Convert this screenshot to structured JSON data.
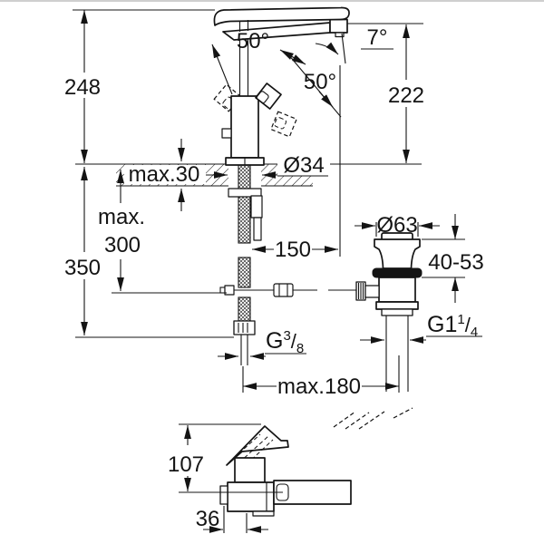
{
  "page": {
    "background": "#ffffff",
    "line_color": "#141414",
    "top_border": "#cfcfcf"
  },
  "main_view": {
    "overall_height": "248",
    "spout_height": "222",
    "spout_angle": "7°",
    "handle_swing_left": "50°",
    "handle_swing_right": "50°",
    "deck_thickness": "max.30",
    "hole_diameter": "Ø34",
    "max_rod_depth_line1": "max.",
    "max_rod_depth_line2": "300",
    "supply_length": "350",
    "spout_reach": "150",
    "waste_flange_diameter": "Ø63",
    "waste_height_range": "40-53",
    "hose_waste_distance": "max.180",
    "supply_thread": {
      "base": "G",
      "numerator": "3",
      "slash": "/",
      "denominator": "8"
    },
    "waste_thread": {
      "base": "G1",
      "numerator": "1",
      "slash": "/",
      "denominator": "4"
    }
  },
  "detail_view": {
    "height": "107",
    "width": "36"
  }
}
